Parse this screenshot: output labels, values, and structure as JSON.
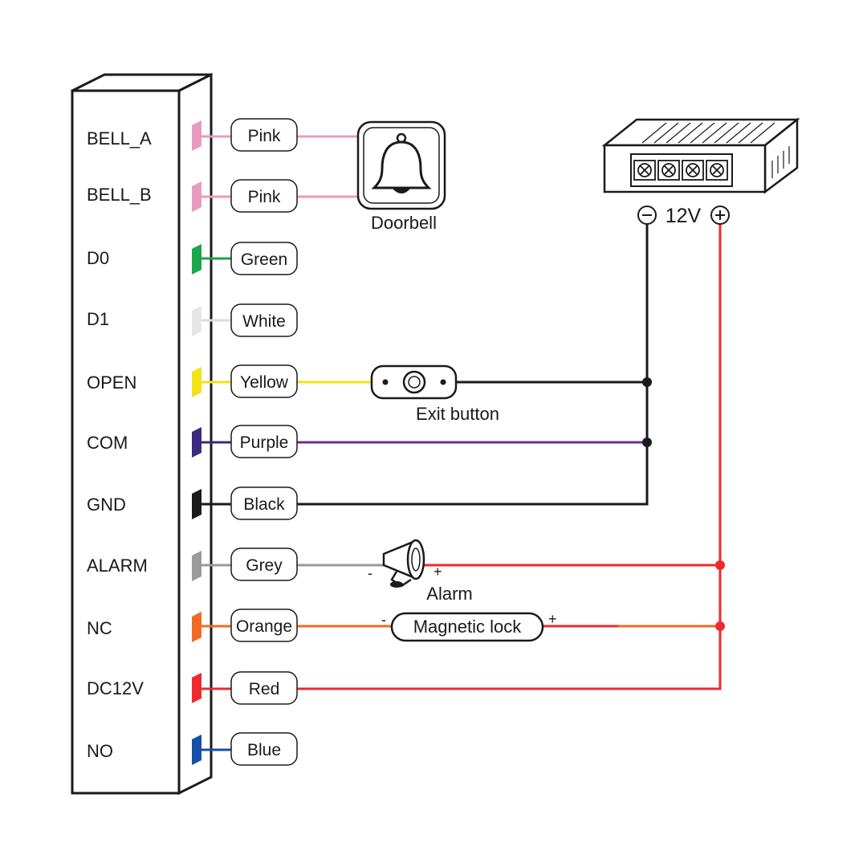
{
  "terminals": [
    {
      "label": "BELL_A",
      "wire": "Pink",
      "color": "#e99ac1"
    },
    {
      "label": "BELL_B",
      "wire": "Pink",
      "color": "#e99ac1"
    },
    {
      "label": "D0",
      "wire": "Green",
      "color": "#1aa64a"
    },
    {
      "label": "D1",
      "wire": "White",
      "color": "#e6e6e6"
    },
    {
      "label": "OPEN",
      "wire": "Yellow",
      "color": "#f2e21a"
    },
    {
      "label": "COM",
      "wire": "Purple",
      "color": "#3b2a7e"
    },
    {
      "label": "GND",
      "wire": "Black",
      "color": "#1a1a1a"
    },
    {
      "label": "ALARM",
      "wire": "Grey",
      "color": "#9a9a9a"
    },
    {
      "label": "NC",
      "wire": "Orange",
      "color": "#f26a22"
    },
    {
      "label": "DC12V",
      "wire": "Red",
      "color": "#ee2a2e"
    },
    {
      "label": "NO",
      "wire": "Blue",
      "color": "#1650a8"
    }
  ],
  "devices": {
    "doorbell": "Doorbell",
    "exit_button": "Exit button",
    "alarm": "Alarm",
    "magnetic_lock": "Magnetic lock",
    "power_supply": "12V"
  },
  "signs": {
    "minus": "-",
    "plus": "+"
  },
  "colors": {
    "line_pink": "#e99ac1",
    "line_black": "#1a1a1a",
    "line_red": "#ee2a2e",
    "line_purple": "#6a2d96",
    "line_yellow": "#f2e21a",
    "line_grey": "#9a9a9a",
    "line_orange": "#f26a22",
    "line_green": "#1aa64a",
    "line_blue": "#1650a8"
  }
}
